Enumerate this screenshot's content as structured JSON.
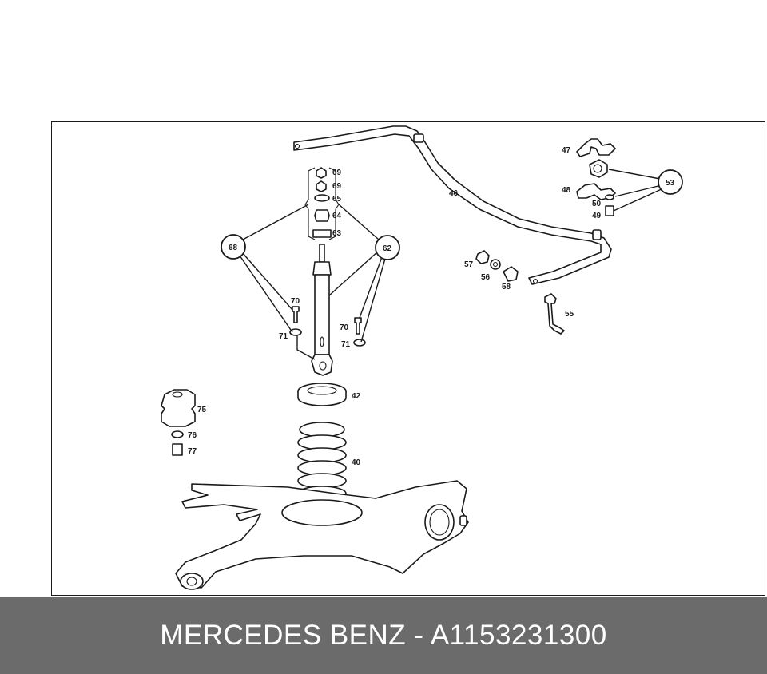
{
  "footer": {
    "text": "MERCEDES BENZ - A1153231300",
    "background": "#6b6b6b",
    "color": "#ffffff"
  },
  "diagram": {
    "line_color": "#1a1a1a",
    "labels": [
      "46",
      "47",
      "48",
      "49",
      "50",
      "53",
      "55",
      "56",
      "57",
      "58",
      "62",
      "63",
      "64",
      "65",
      "68",
      "69",
      "69",
      "70",
      "70",
      "71",
      "71",
      "40",
      "42",
      "75",
      "76",
      "77"
    ]
  }
}
